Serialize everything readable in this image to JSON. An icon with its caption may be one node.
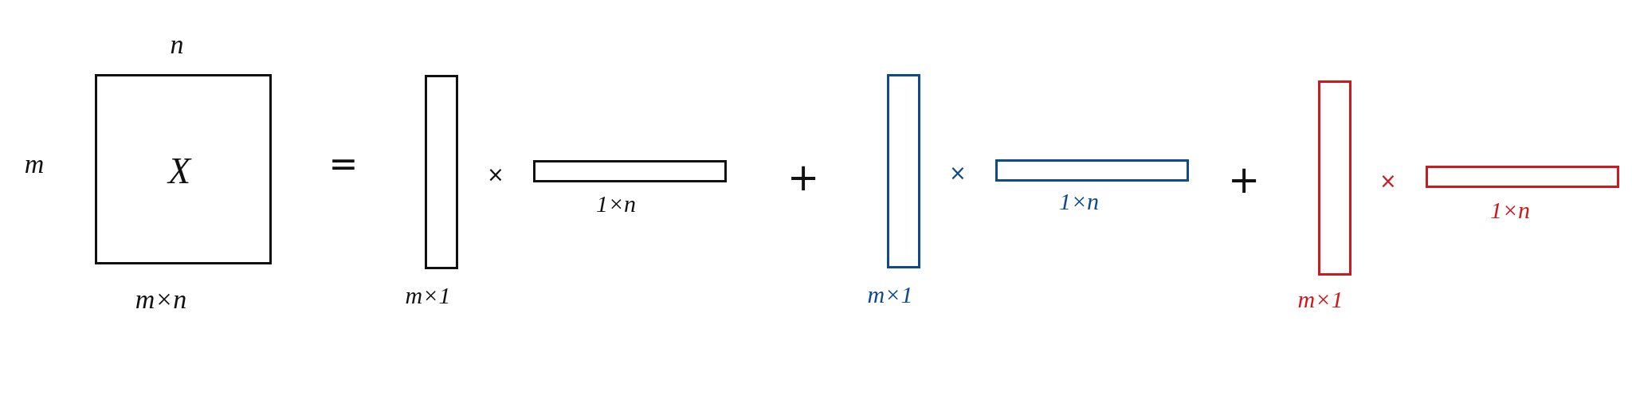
{
  "diagram": {
    "nodes": [
      {
        "text": [
          "X"
        ],
        "beside": [
          "n",
          "m",
          "m×n"
        ]
      },
      {
        "text": [],
        "shape": "box",
        "beside": [
          "m×1"
        ]
      },
      {
        "text": [],
        "shape": "box",
        "beside": [
          "1×n"
        ]
      },
      {
        "text": [],
        "shape": "box",
        "beside": [
          "m×1"
        ]
      },
      {
        "text": [],
        "shape": "box",
        "beside": [
          "1×n"
        ]
      },
      {
        "text": [],
        "shape": "box",
        "beside": [
          "m×1"
        ]
      },
      {
        "text": [],
        "shape": "box",
        "beside": [
          "1×n"
        ]
      }
    ],
    "labels": [
      "=",
      "×",
      "+",
      "×",
      "+",
      "×"
    ]
  }
}
